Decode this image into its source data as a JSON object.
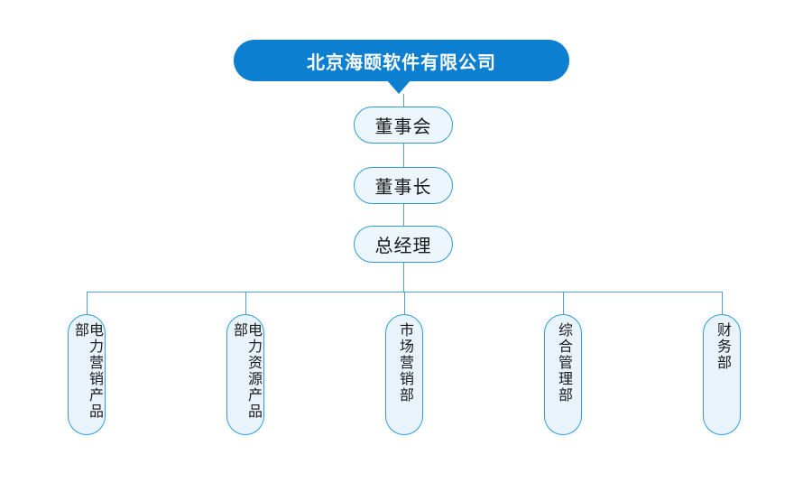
{
  "diagram": {
    "type": "org-chart",
    "title": "北京海颐软件有限公司",
    "levels": [
      {
        "label": "董事会"
      },
      {
        "label": "董事长"
      },
      {
        "label": "总经理"
      }
    ],
    "departments": [
      {
        "label": "电力营销产品部"
      },
      {
        "label": "电力资源产品部"
      },
      {
        "label": "市场营销部"
      },
      {
        "label": "综合管理部"
      },
      {
        "label": "财务部"
      }
    ],
    "colors": {
      "header_bg": "#0d7fd1",
      "header_text": "#ffffff",
      "node_fill": "#edf6fc",
      "node_border": "#2f9bd6",
      "connector_line": "#4f9fcf",
      "node_text": "#1a1a1a"
    }
  }
}
